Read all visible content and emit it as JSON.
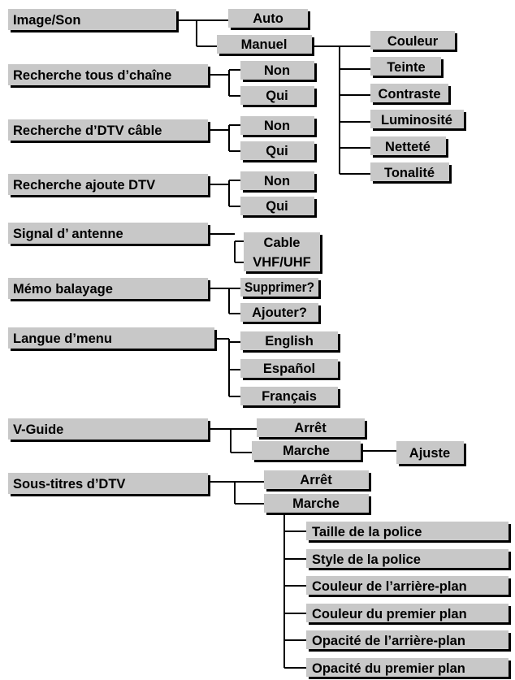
{
  "colors": {
    "box_fill": "#c8c8c8",
    "shadow": "#000000",
    "line": "#000000"
  },
  "menu": {
    "image_son": {
      "label": "Image/Son",
      "auto": "Auto",
      "manuel": "Manuel",
      "manuel_items": [
        "Couleur",
        "Teinte",
        "Contraste",
        "Luminosité",
        "Netteté",
        "Tonalité"
      ]
    },
    "recherche_tous": {
      "label": "Recherche tous d’chaîne",
      "options": [
        "Non",
        "Qui"
      ]
    },
    "recherche_cable": {
      "label": "Recherche d’DTV câble",
      "options": [
        "Non",
        "Qui"
      ]
    },
    "recherche_ajoute": {
      "label": "Recherche ajoute DTV",
      "options": [
        "Non",
        "Qui"
      ]
    },
    "signal": {
      "label": "Signal d’ antenne",
      "options": [
        "Cable",
        "VHF/UHF"
      ]
    },
    "memo": {
      "label": "Mémo balayage",
      "options": [
        "Supprimer?",
        "Ajouter?"
      ]
    },
    "langue": {
      "label": "Langue d’menu",
      "options": [
        "English",
        "Español",
        "Français"
      ]
    },
    "vguide": {
      "label": "V-Guide",
      "arret": "Arrêt",
      "marche": "Marche",
      "ajuste": "Ajuste"
    },
    "soustitres": {
      "label": "Sous-titres d’DTV",
      "arret": "Arrêt",
      "marche": "Marche",
      "marche_items": [
        "Taille de la police",
        "Style de la police",
        "Couleur de l’arrière-plan",
        "Couleur du premier plan",
        "Opacité de l’arrière-plan",
        "Opacité du premier plan"
      ]
    }
  }
}
